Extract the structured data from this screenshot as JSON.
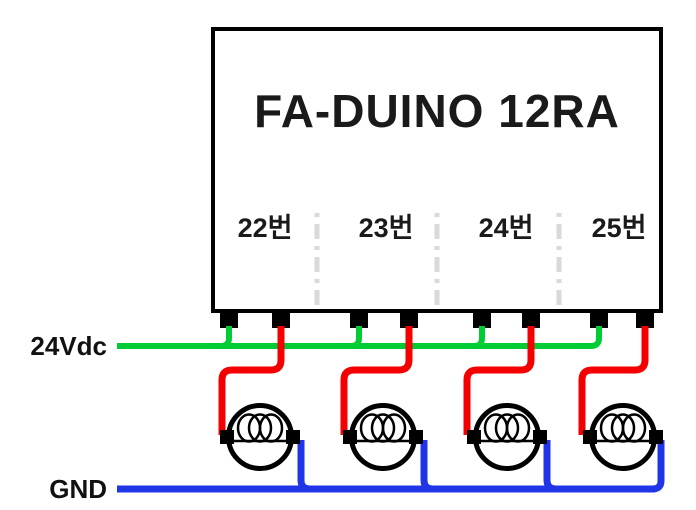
{
  "device": {
    "title": "FA-DUINO 12RA",
    "channels": [
      {
        "label": "22번"
      },
      {
        "label": "23번"
      },
      {
        "label": "24번"
      },
      {
        "label": "25번"
      }
    ]
  },
  "power_rails": {
    "positive": {
      "label": "24Vdc"
    },
    "ground": {
      "label": "GND"
    }
  },
  "loads": {
    "symbol": "induction-coil",
    "count": 4
  },
  "colors": {
    "wire_24v": "#00cc33",
    "wire_output": "#f50000",
    "wire_gnd": "#2135e8",
    "outline": "#000000",
    "divider": "#d9d9d9"
  }
}
